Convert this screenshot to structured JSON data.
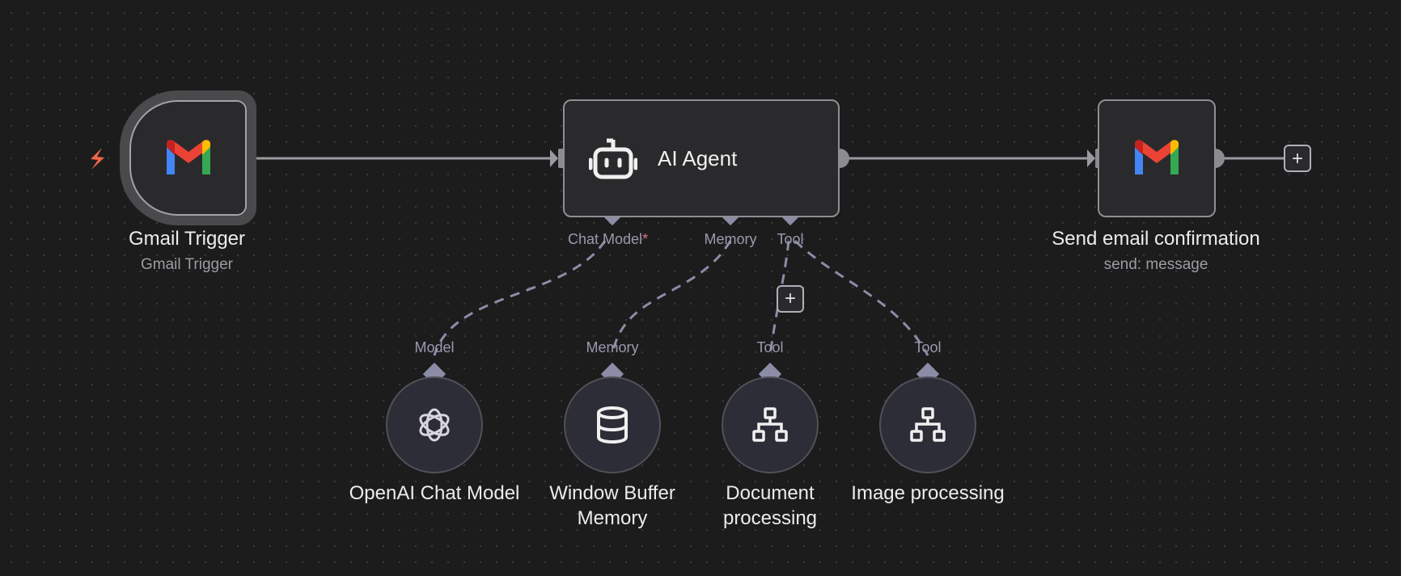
{
  "nodes": {
    "gmail_trigger": {
      "title": "Gmail Trigger",
      "subtitle": "Gmail Trigger",
      "icon": "gmail-icon"
    },
    "ai_agent": {
      "title": "AI Agent",
      "icon": "robot-icon",
      "ports": {
        "chat_model": "Chat Model",
        "required_marker": "*",
        "memory": "Memory",
        "tool": "Tool"
      }
    },
    "send_email": {
      "title": "Send email confirmation",
      "subtitle": "send: message",
      "icon": "gmail-icon"
    },
    "openai_chat_model": {
      "title": "OpenAI Chat Model",
      "port_label": "Model",
      "icon": "openai-icon"
    },
    "window_buffer_memory": {
      "title_line1": "Window Buffer",
      "title_line2": "Memory",
      "port_label": "Memory",
      "icon": "database-icon"
    },
    "document_processing": {
      "title_line1": "Document",
      "title_line2": "processing",
      "port_label": "Tool",
      "icon": "sitemap-icon"
    },
    "image_processing": {
      "title": "Image processing",
      "port_label": "Tool",
      "icon": "sitemap-icon"
    }
  },
  "controls": {
    "add_tool": "+",
    "add_node": "+"
  },
  "colors": {
    "background": "#1c1c1d",
    "node_fill": "#2a2a2c",
    "node_border": "#8e8e94",
    "sub_node_fill": "#2d2d37",
    "connection": "#9a9aa0",
    "sub_connection": "#8c8ca6",
    "trigger_bolt": "#ef6649",
    "required": "#e0707a"
  }
}
